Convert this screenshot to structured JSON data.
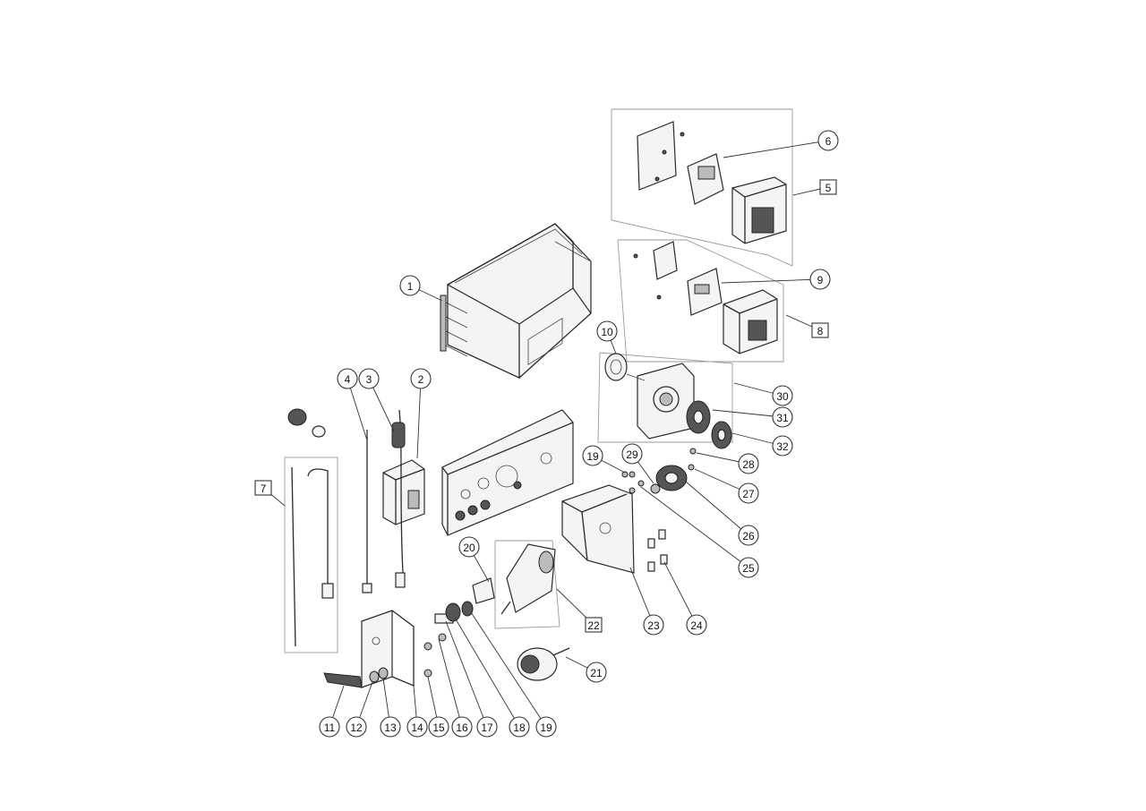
{
  "callouts": [
    {
      "label": "1",
      "shape": "circle"
    },
    {
      "label": "2",
      "shape": "circle"
    },
    {
      "label": "3",
      "shape": "circle"
    },
    {
      "label": "4",
      "shape": "circle"
    },
    {
      "label": "5",
      "shape": "box"
    },
    {
      "label": "6",
      "shape": "circle"
    },
    {
      "label": "7",
      "shape": "box"
    },
    {
      "label": "8",
      "shape": "box"
    },
    {
      "label": "9",
      "shape": "circle"
    },
    {
      "label": "10",
      "shape": "circle"
    },
    {
      "label": "11",
      "shape": "circle"
    },
    {
      "label": "12",
      "shape": "circle"
    },
    {
      "label": "13",
      "shape": "circle"
    },
    {
      "label": "14",
      "shape": "circle"
    },
    {
      "label": "15",
      "shape": "circle"
    },
    {
      "label": "16",
      "shape": "circle"
    },
    {
      "label": "17",
      "shape": "circle"
    },
    {
      "label": "18",
      "shape": "circle"
    },
    {
      "label": "19",
      "shape": "circle"
    },
    {
      "label": "19",
      "shape": "circle"
    },
    {
      "label": "20",
      "shape": "circle"
    },
    {
      "label": "21",
      "shape": "circle"
    },
    {
      "label": "22",
      "shape": "box"
    },
    {
      "label": "23",
      "shape": "circle"
    },
    {
      "label": "24",
      "shape": "circle"
    },
    {
      "label": "25",
      "shape": "circle"
    },
    {
      "label": "26",
      "shape": "circle"
    },
    {
      "label": "27",
      "shape": "circle"
    },
    {
      "label": "28",
      "shape": "circle"
    },
    {
      "label": "29",
      "shape": "circle"
    },
    {
      "label": "30",
      "shape": "circle"
    },
    {
      "label": "31",
      "shape": "circle"
    },
    {
      "label": "32",
      "shape": "circle"
    }
  ]
}
